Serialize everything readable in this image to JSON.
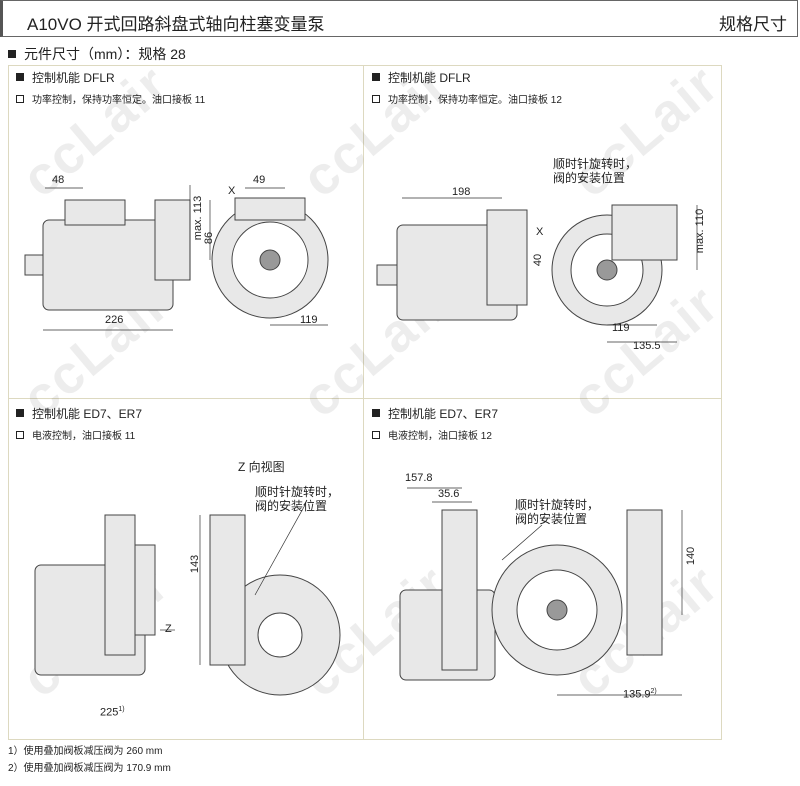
{
  "header": {
    "title": "A10VO 开式回路斜盘式轴向柱塞变量泵",
    "right": "规格尺寸"
  },
  "section": "元件尺寸（mm）：规格 28",
  "panels": [
    {
      "title": "控制机能 DFLR",
      "sub": "功率控制，保持功率恒定。油口接板 11",
      "dims": [
        "48",
        "226",
        "X",
        "49",
        "86",
        "max. 113",
        "119"
      ]
    },
    {
      "title": "控制机能 DFLR",
      "sub": "功率控制，保持功率恒定。油口接板 12",
      "dims": [
        "198",
        "X",
        "40",
        "max. 110",
        "119",
        "135.5"
      ],
      "note": "顺时针旋转时，\n阀的安装位置"
    },
    {
      "title": "控制机能 ED7、ER7",
      "sub": "电液控制，油口接板 11",
      "dims": [
        "Z",
        "225",
        "1)",
        "143"
      ],
      "view": "Z 向视图",
      "note": "顺时针旋转时，\n阀的安装位置"
    },
    {
      "title": "控制机能 ED7、ER7",
      "sub": "电液控制，油口接板 12",
      "dims": [
        "157.8",
        "35.6",
        "140",
        "135.9",
        "2)"
      ],
      "note": "顺时针旋转时，\n阀的安装位置"
    }
  ],
  "footnotes": [
    "1）使用叠加阀板减压阀为 260 mm",
    "2）使用叠加阀板减压阀为 170.9 mm"
  ],
  "watermark": "ccLair"
}
